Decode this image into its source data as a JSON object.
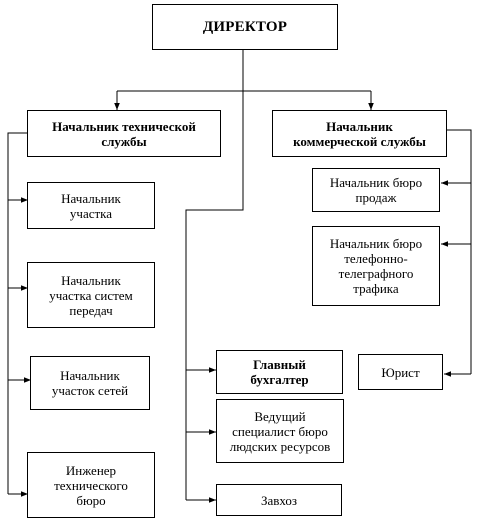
{
  "nodes": {
    "director": "ДИРЕКТОР",
    "tech_head": "Начальник технической\nслужбы",
    "comm_head": "Начальник\nкоммерческой службы",
    "site_head": "Начальник\nучастка",
    "trans_head": "Начальник\nучастка систем\nпередач",
    "net_head": "Начальник\nучасток сетей",
    "engineer": "Инженер\nтехнического\nбюро",
    "sales_head": "Начальник бюро\nпродаж",
    "telecom_head": "Начальник бюро\nтелефонно-\nтелеграфного\nтрафика",
    "lawyer": "Юрист",
    "accountant": "Главный\nбухгалтер",
    "hr_specialist": "Ведущий\nспециалист бюро\nлюдских ресурсов",
    "supply": "Завхоз"
  }
}
